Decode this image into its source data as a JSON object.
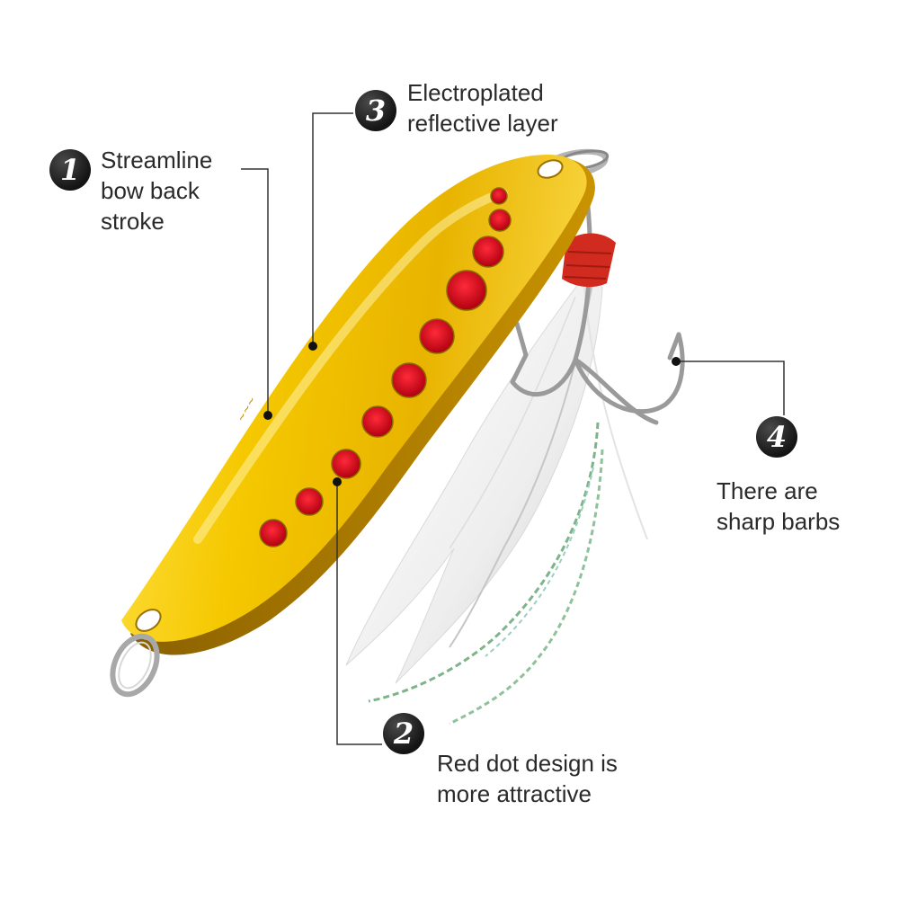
{
  "colors": {
    "gold_light": "#ffe24a",
    "gold_mid": "#f2c200",
    "gold_dark": "#b88400",
    "dot_red": "#d4001a",
    "thread_red": "#d12a1e",
    "leader_line": "#333333",
    "badge_bg": "#1e1e1e"
  },
  "callouts": [
    {
      "number": "1",
      "lines": [
        "Streamline",
        "bow back",
        "stroke"
      ]
    },
    {
      "number": "2",
      "lines": [
        "Red dot design is",
        "more attractive"
      ]
    },
    {
      "number": "3",
      "lines": [
        "Electroplated",
        "reflective layer"
      ]
    },
    {
      "number": "4",
      "lines": [
        "There are",
        "sharp barbs"
      ]
    }
  ],
  "icons": [
    "fishing-spoon-lure",
    "treble-hook",
    "feather-tail",
    "split-ring"
  ]
}
